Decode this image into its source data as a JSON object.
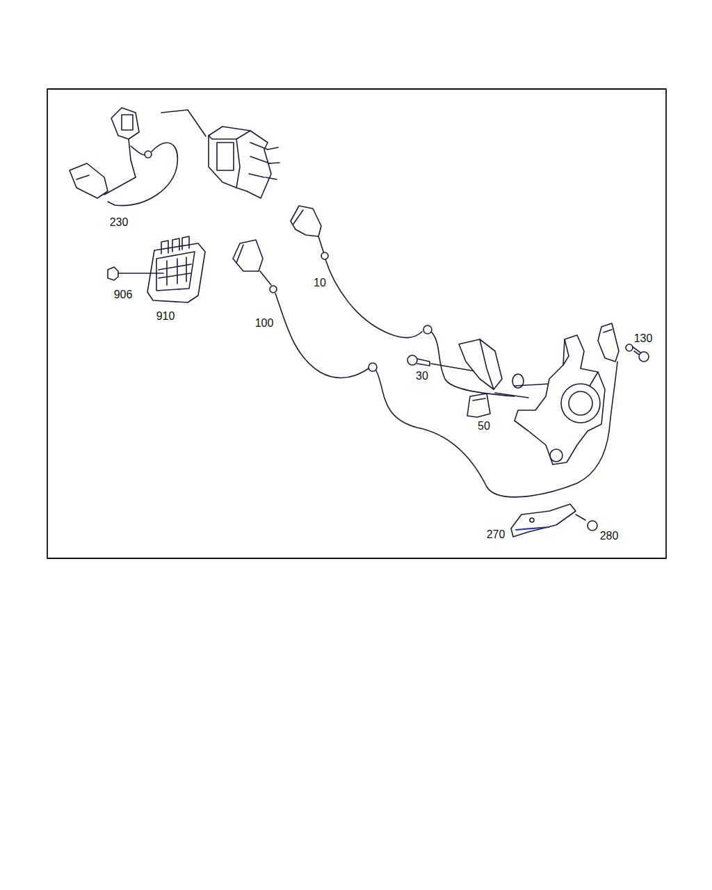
{
  "diagram": {
    "labels": [
      "230",
      "906",
      "910",
      "10",
      "100",
      "30",
      "50",
      "130",
      "270",
      "280"
    ]
  }
}
